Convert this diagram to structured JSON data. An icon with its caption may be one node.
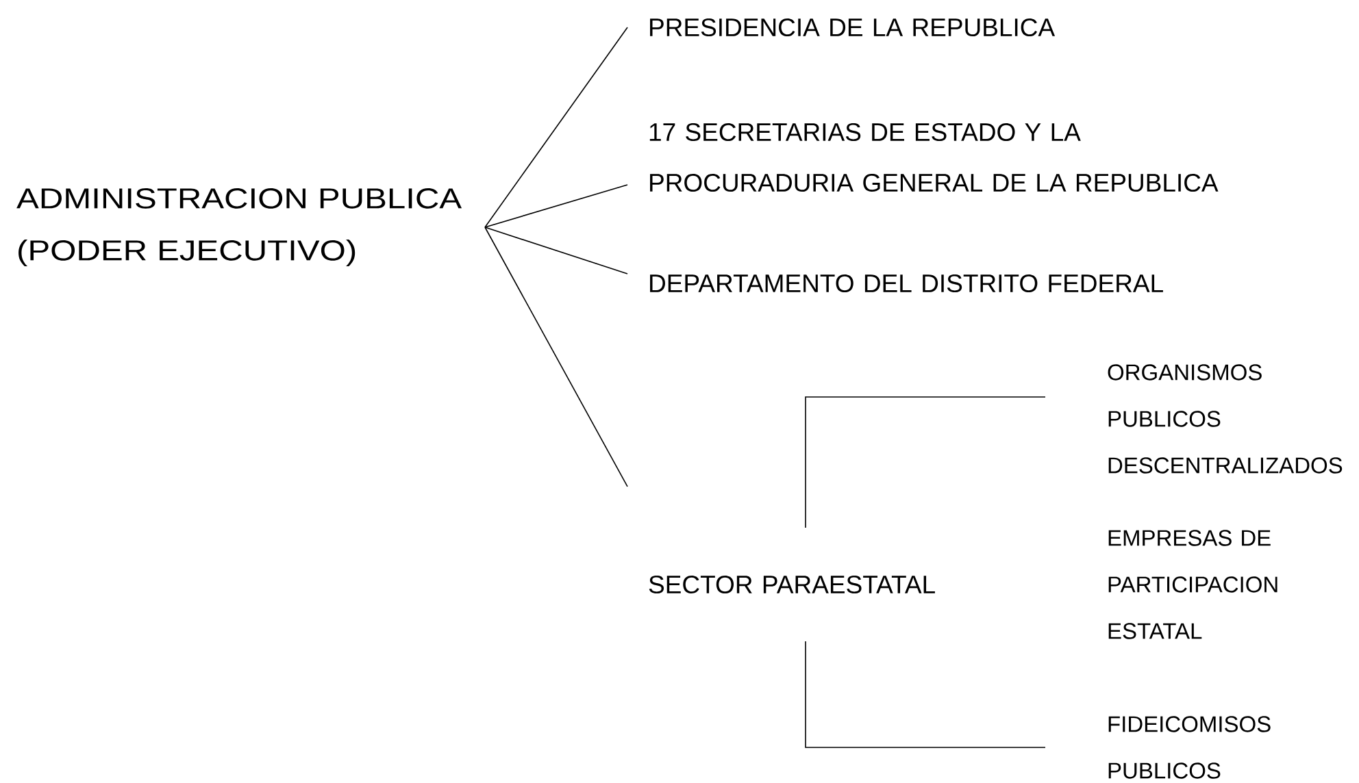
{
  "diagram": {
    "nodes": [
      {
        "text": [
          "ADMINISTRACION PUBLICA (PODER EJECUTIVO)"
        ]
      },
      {
        "text": [
          "PRESIDENCIA DE LA REPUBLICA"
        ]
      },
      {
        "text": [
          "17 SECRETARIAS DE ESTADO Y LA PROCURADURIA GENERAL DE LA REPUBLICA"
        ]
      },
      {
        "text": [
          "DEPARTAMENTO DEL DISTRITO FEDERAL"
        ]
      },
      {
        "text": [
          "SECTOR PARAESTATAL"
        ]
      },
      {
        "text": [
          "ORGANISMOS PUBLICOS DESCENTRALIZADOS"
        ]
      },
      {
        "text": [
          "EMPRESAS DE PARTICIPACION ESTATAL"
        ]
      },
      {
        "text": [
          "FIDEICOMISOS PUBLICOS"
        ]
      }
    ],
    "edges": [
      {
        "from": 0,
        "to": 1,
        "arrow": "none"
      },
      {
        "from": 0,
        "to": 2,
        "arrow": "none"
      },
      {
        "from": 0,
        "to": 3,
        "arrow": "none"
      },
      {
        "from": 0,
        "to": 4,
        "arrow": "none"
      },
      {
        "from": 4,
        "to": 5,
        "arrow": "none"
      },
      {
        "from": 4,
        "to": 7,
        "arrow": "none"
      }
    ]
  }
}
